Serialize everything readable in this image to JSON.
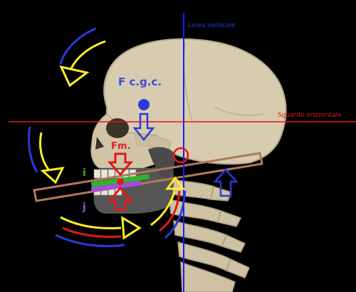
{
  "labels": {
    "vertical_line": "Linea verticale",
    "horizontal_gaze": "Sguardo orizzontale",
    "center_of_gravity": "F c.g.c.",
    "masticatory_force": "Fm.",
    "plane_i": "i",
    "plane_j": "j"
  },
  "colors": {
    "background": "#000000",
    "bone": "#d8ccb0",
    "bone_shadow": "#b7a98b",
    "vertical_line": "#1a1aff",
    "horizontal_line": "#e01818",
    "label_blue": "#3a4fd8",
    "label_red": "#e02020",
    "arrow_yellow": "#ffee22",
    "arrow_blue": "#2a3ad8",
    "arrow_red": "#e01a1a",
    "plane_band": "#b07a5a",
    "plane_i": "#2db52d",
    "plane_j": "#a24fd6",
    "dark_region": "#555555"
  }
}
